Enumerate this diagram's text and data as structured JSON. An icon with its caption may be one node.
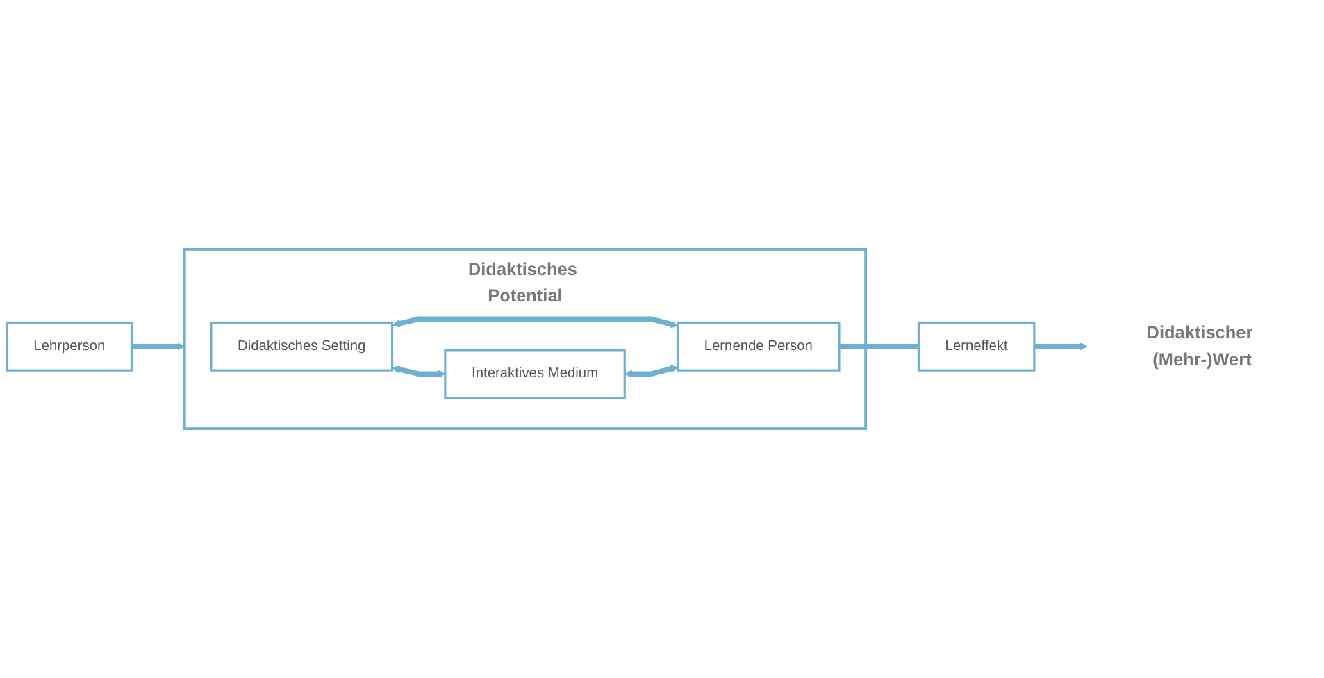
{
  "diagram": {
    "nodes": [
      {
        "text": [
          "Didaktisches Potential"
        ]
      },
      {
        "text": [
          "Lehrperson"
        ]
      },
      {
        "text": [
          "Didaktisches Setting"
        ],
        "in": 0
      },
      {
        "text": [
          "Interaktives Medium"
        ],
        "in": 0
      },
      {
        "text": [
          "Lernende Person"
        ],
        "in": 0
      },
      {
        "text": [
          "Lerneffekt"
        ]
      },
      {
        "text": [
          "Didaktischer (Mehr-)Wert"
        ]
      }
    ],
    "edges": [
      {
        "from": 1,
        "to": 0,
        "arrow": "to"
      },
      {
        "from": 2,
        "to": 3,
        "arrow": "both"
      },
      {
        "from": 2,
        "to": 4,
        "arrow": "both"
      },
      {
        "from": 3,
        "to": 4,
        "arrow": "both"
      },
      {
        "from": 4,
        "to": 5,
        "arrow": "none"
      },
      {
        "from": 5,
        "to": 6,
        "arrow": "to"
      }
    ]
  }
}
